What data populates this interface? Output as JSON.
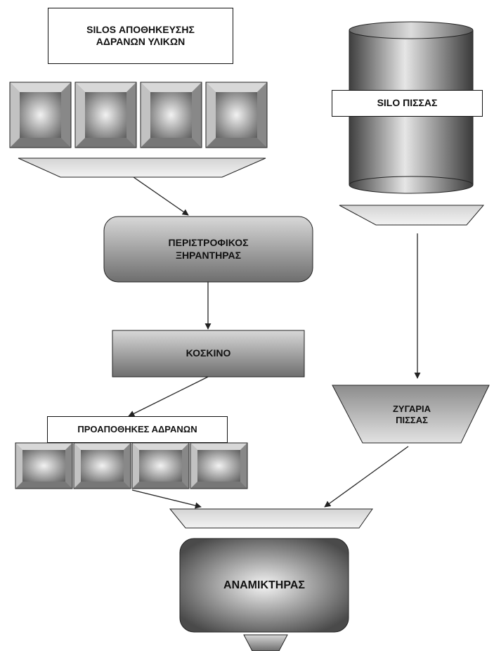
{
  "nodes": {
    "silos_aggregates": "SILOS ΑΠΟΘΗΚΕΥΣΗΣ\nΑΔΡΑΝΩΝ ΥΛΙΚΩΝ",
    "silo_pitch": "SILO ΠΙΣΣΑΣ",
    "rotary_dryer": "ΠΕΡΙΣΤΡΟΦΙΚΟΣ\nΞΗΡΑΝΤΗΡΑΣ",
    "sieve": "ΚΟΣΚΙΝΟ",
    "pre_storage": "ΠΡΟΑΠΟΘΗΚΕΣ ΑΔΡΑΝΩΝ",
    "pitch_scale": "ΖΥΓΑΡΙΑ\nΠΙΣΣΑΣ",
    "mixer": "ΑΝΑΜΙΚΤΗΡΑΣ"
  },
  "colors": {
    "line": "#222222",
    "shape_dark": "#5a5a5a",
    "shape_light": "#f0f0f0",
    "shape_mid": "#b5b5b5"
  }
}
